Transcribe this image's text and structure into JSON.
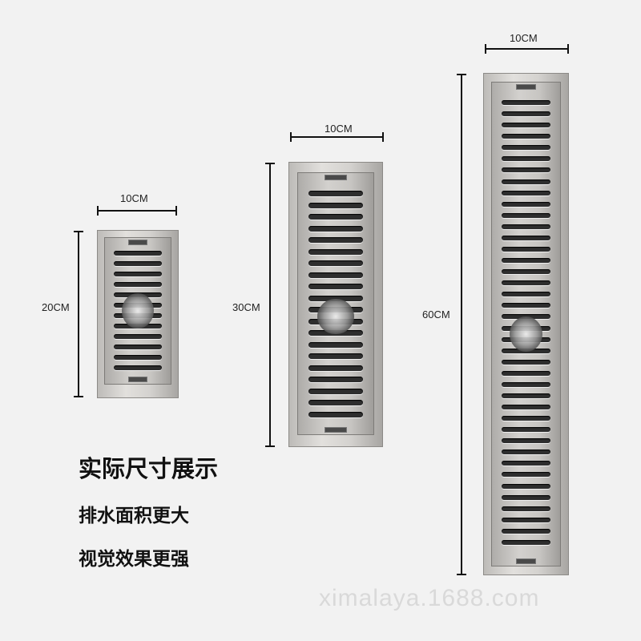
{
  "products": [
    {
      "width_label": "10CM",
      "length_label": "20CM"
    },
    {
      "width_label": "10CM",
      "length_label": "30CM"
    },
    {
      "width_label": "10CM",
      "length_label": "60CM"
    }
  ],
  "captions": {
    "line1": "实际尺寸展示",
    "line2": "排水面积更大",
    "line3": "视觉效果更强"
  },
  "watermark": "ximalaya.1688.com"
}
